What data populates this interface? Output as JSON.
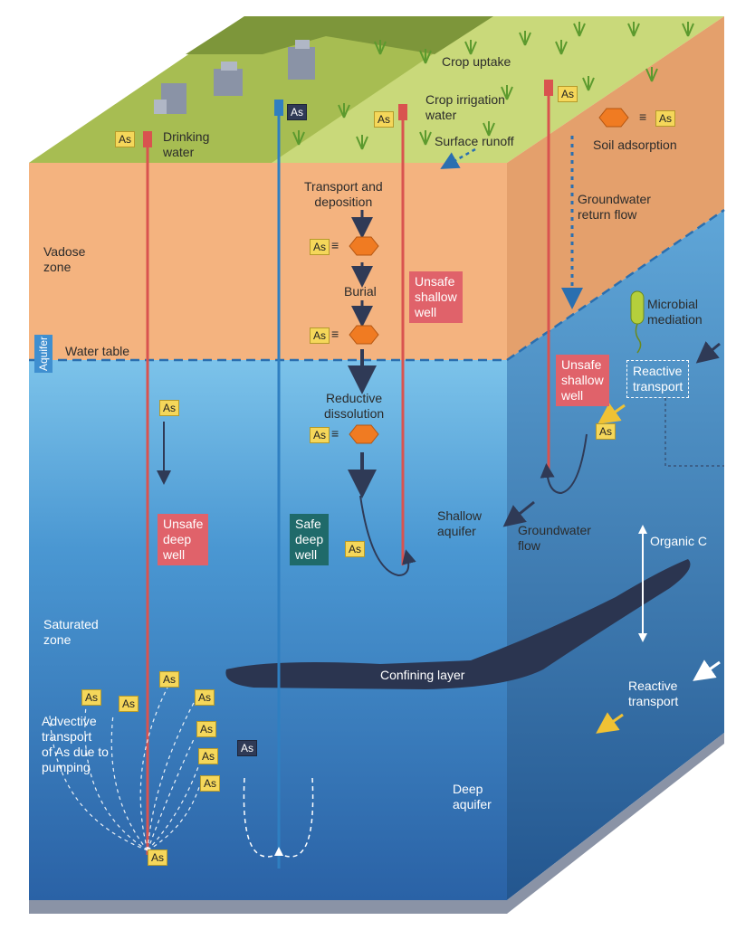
{
  "labels": {
    "crop_uptake": "Crop uptake",
    "crop_irrigation": "Crop irrigation\nwater",
    "surface_runoff": "Surface runoff",
    "soil_adsorption": "Soil adsorption",
    "drinking_water": "Drinking\nwater",
    "groundwater_return": "Groundwater\nreturn flow",
    "transport_deposition": "Transport and\ndeposition",
    "burial": "Burial",
    "reductive_dissolution": "Reductive\ndissolution",
    "vadose_zone": "Vadose\nzone",
    "aquifer_tag": "Aquifer",
    "water_table": "Water table",
    "microbial_mediation": "Microbial\nmediation",
    "reactive_transport_box": "Reactive\ntransport",
    "shallow_aquifer": "Shallow\naquifer",
    "groundwater_flow": "Groundwater\nflow",
    "organic_c": "Organic C",
    "saturated_zone": "Saturated\nzone",
    "confining_layer": "Confining layer",
    "reactive_transport": "Reactive\ntransport",
    "advective_transport": "Advective\ntransport\nof As due to\npumping",
    "deep_aquifer": "Deep\naquifer"
  },
  "wells": {
    "unsafe_shallow_center": "Unsafe\nshallow\nwell",
    "unsafe_shallow_right": "Unsafe\nshallow\nwell",
    "unsafe_deep": "Unsafe\ndeep\nwell",
    "safe_deep": "Safe\ndeep\nwell"
  },
  "as_symbol": "As",
  "bond_symbol": "≡",
  "colors": {
    "grass": "#c9d97a",
    "grass_dark": "#8fa83e",
    "soil_front": "#f4b37f",
    "soil_side": "#e4a06c",
    "water_light": "#6fb7e3",
    "water_dark": "#2a6fb0",
    "confining": "#2b3550",
    "unsafe_well": "#d9534f",
    "safe_well": "#2f7fc1",
    "as_yellow": "#f5d75a",
    "mineral_orange": "#f07b22",
    "microbe_green": "#b5cf3c"
  }
}
